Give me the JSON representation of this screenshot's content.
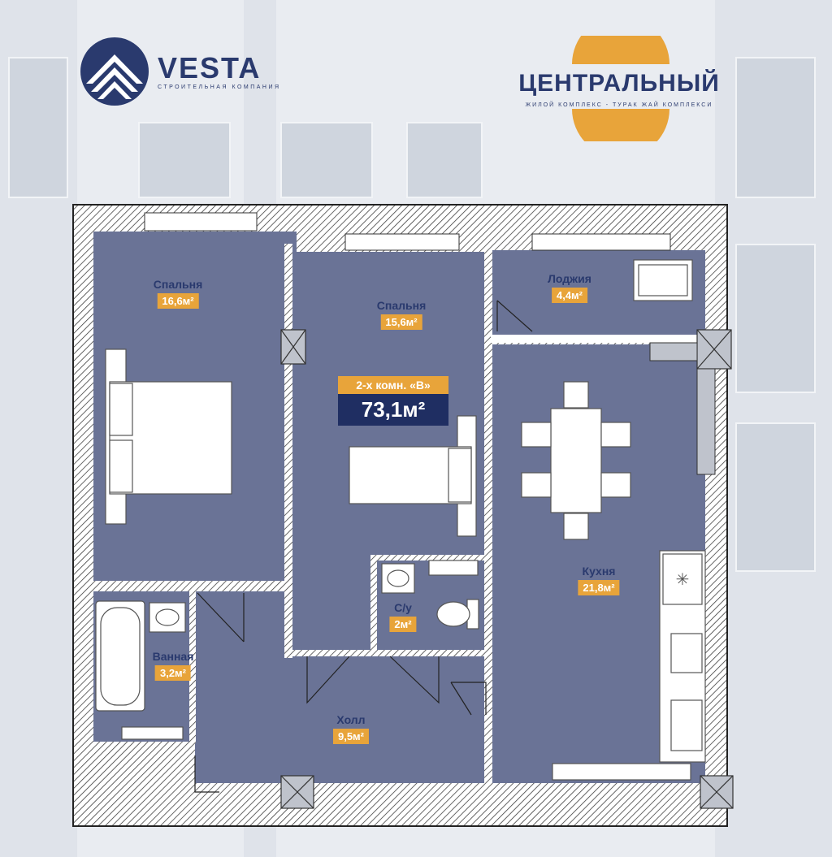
{
  "brands": {
    "developer_name": "VESTA",
    "developer_tagline": "СТРОИТЕЛЬНАЯ КОМПАНИЯ",
    "complex_name": "ЦЕНТРАЛЬНЫЙ",
    "complex_tagline": "ЖИЛОЙ КОМПЛЕКС - ТУРАК ЖАЙ КОМПЛЕКСИ"
  },
  "unit": {
    "type": "2-х комн. «В»",
    "total_area": "73,1м²"
  },
  "rooms": [
    {
      "name": "Спальня",
      "area": "16,6м²"
    },
    {
      "name": "Спальня",
      "area": "15,6м²"
    },
    {
      "name": "Лоджия",
      "area": "4,4м²"
    },
    {
      "name": "Кухня",
      "area": "21,8м²"
    },
    {
      "name": "С/у",
      "area": "2м²"
    },
    {
      "name": "Ванная",
      "area": "3,2м²"
    },
    {
      "name": "Холл",
      "area": "9,5м²"
    }
  ],
  "colors": {
    "brand_navy": "#1f2e62",
    "accent_orange": "#e8a43a",
    "room_fill": "#6a7396"
  }
}
